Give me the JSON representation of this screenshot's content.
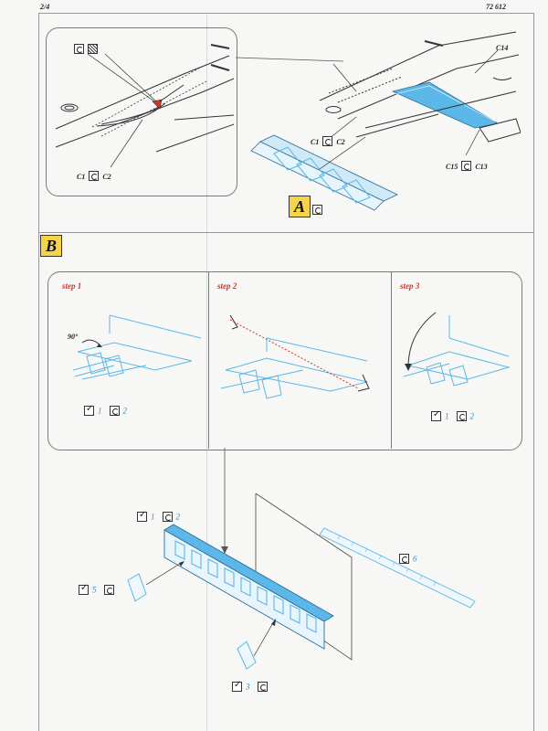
{
  "header": {
    "page_number": "2/4",
    "kit_number": "72 612"
  },
  "section_a": {
    "letter": "A",
    "callouts": {
      "inset_c1c2": {
        "left": "C1",
        "right": "C2"
      },
      "main_c1c2": {
        "left": "C1",
        "right": "C2"
      },
      "c14": "C14",
      "c15c13": {
        "left": "C15",
        "right": "C13"
      }
    }
  },
  "section_b": {
    "letter": "B",
    "steps": [
      {
        "label": "step 1",
        "angle": "90°",
        "n1": "1",
        "n2": "2"
      },
      {
        "label": "step 2"
      },
      {
        "label": "step 3",
        "n1": "1",
        "n2": "2"
      }
    ],
    "parts": {
      "top_tag": {
        "n1": "1",
        "n2": "2"
      },
      "part6": "6",
      "part5": "5",
      "part3": "3"
    }
  },
  "colors": {
    "part_blue": "#5bb8e8",
    "accent_yellow": "#f3d44b",
    "step_red": "#d9332b",
    "line_gray": "#7a7a7a"
  },
  "icons": [
    "bend-icon",
    "check-icon",
    "hatch-icon"
  ]
}
